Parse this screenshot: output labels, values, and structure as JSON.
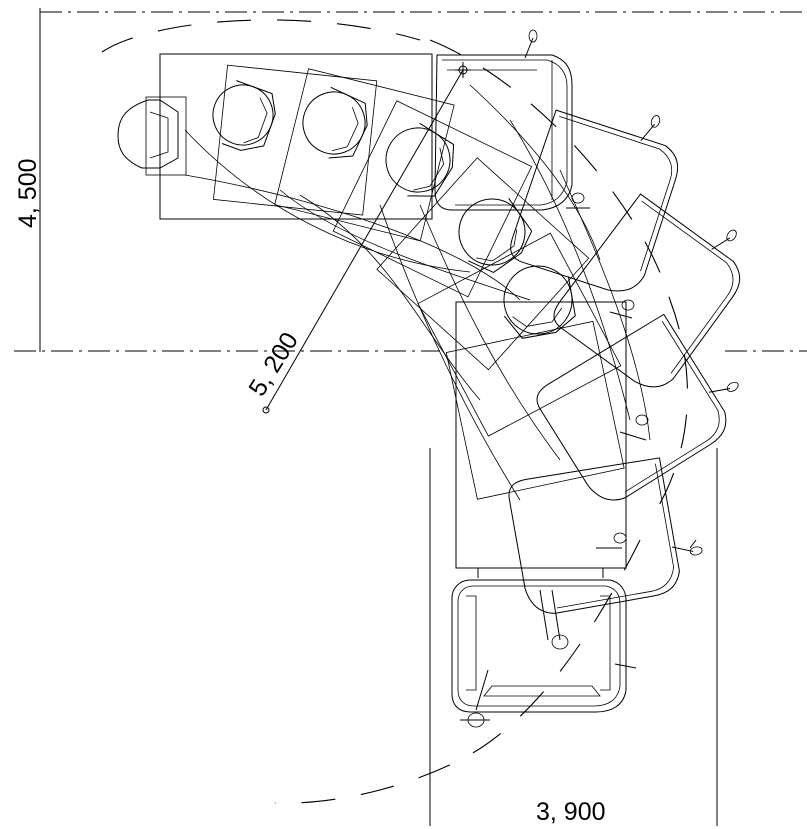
{
  "dimensions": {
    "vertical_width": "4, 500",
    "turning_radius": "5, 200",
    "horizontal_width": "3, 900"
  },
  "colors": {
    "line": "#000000",
    "background": "#ffffff"
  },
  "icons": {
    "pivot": "pivot-center-icon",
    "center": "radius-center-icon"
  }
}
